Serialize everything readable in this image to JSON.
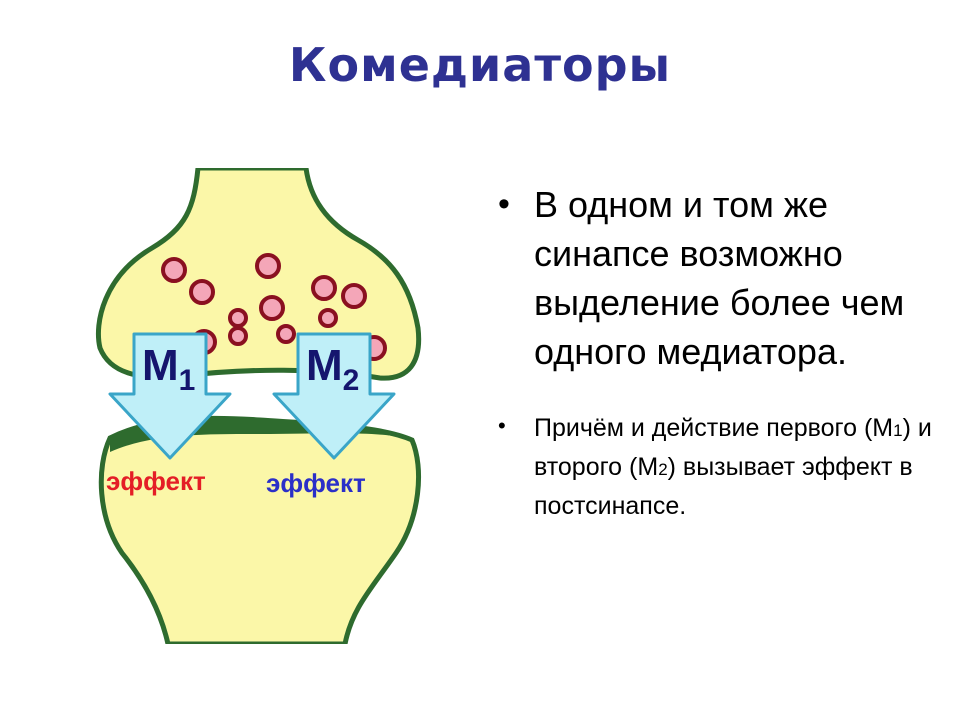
{
  "title": "Комедиаторы",
  "diagram": {
    "arrow_left": {
      "label_main": "M",
      "label_sub": "1",
      "effect": "эффект",
      "effect_color": "#e41e26"
    },
    "arrow_right": {
      "label_main": "M",
      "label_sub": "2",
      "effect": "эффект",
      "effect_color": "#2b2fc8"
    },
    "colors": {
      "cell_fill": "#fbf7a8",
      "membrane": "#2e6b2e",
      "arrow_fill": "#bfeff8",
      "arrow_stroke": "#3aa5c8",
      "label_dark": "#15156e",
      "vesicle_fill": "#f4a6b8",
      "vesicle_stroke": "#8a1020"
    }
  },
  "bullets": [
    {
      "text": "В одном и том же синапсе возможно выделение более чем одного медиатора."
    },
    {
      "p1": "Причём и действие первого (М",
      "s1": "1",
      "p2": ") и второго (М",
      "s2": "2",
      "p3": ") вызывает эффект в постсинапсе."
    }
  ]
}
